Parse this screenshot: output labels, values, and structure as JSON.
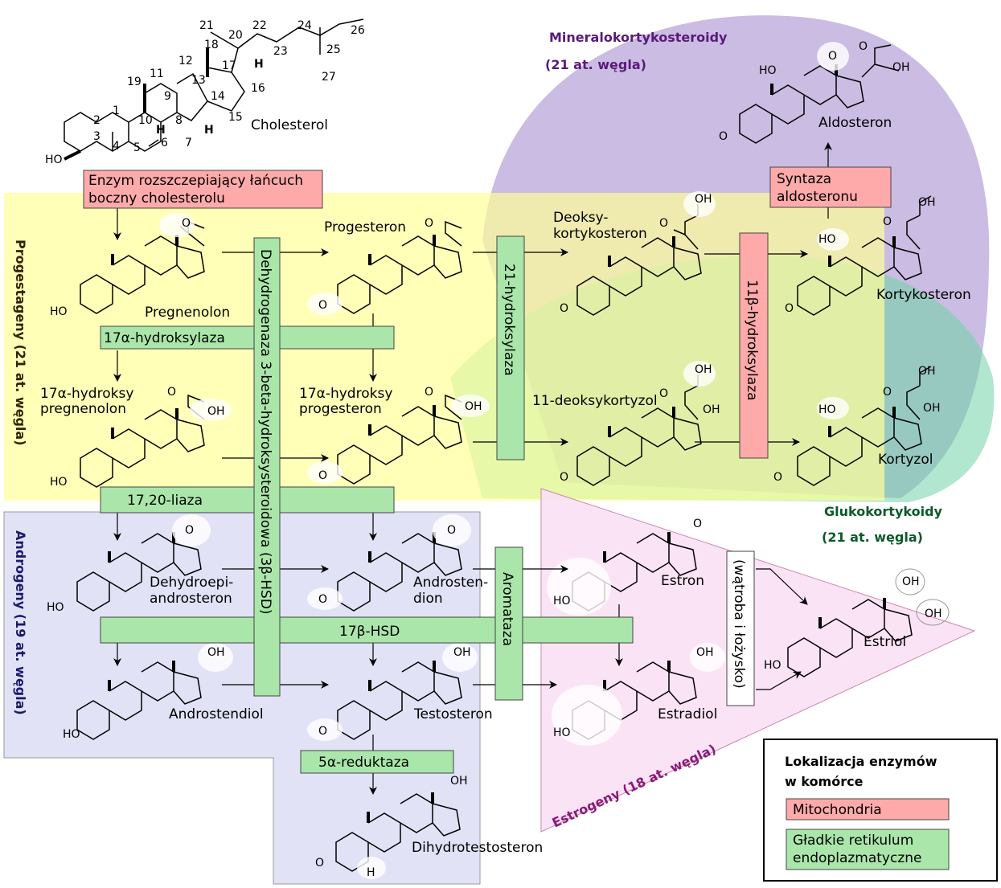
{
  "regions": {
    "mineralo": {
      "title": "Mineralokortykosteroidy",
      "subtitle": "(21 at. węgla)",
      "color": "#a78fcf"
    },
    "gluko": {
      "title": "Glukokortykoidy",
      "subtitle": "(21 at. węgla)",
      "color": "#6fd3a6"
    },
    "progestageny": {
      "title": "Progestageny (21 at. węgla)",
      "color": "#ffff99"
    },
    "androgeny": {
      "title": "Androgeny (19 at. węgla)",
      "color": "#e2e2f7"
    },
    "estrogeny": {
      "title": "Estrogeny (18 at. węgla)",
      "color": "#fbe0f5"
    }
  },
  "compounds": {
    "cholesterol": "Cholesterol",
    "pregnenolon": "Pregnenolon",
    "progesteron": "Progesteron",
    "deoksykortykosteron_1": "Deoksy-",
    "deoksykortykosteron_2": "kortykosteron",
    "kortykosteron": "Kortykosteron",
    "aldosteron": "Aldosteron",
    "oh_preg_1": "17α-hydroksy",
    "oh_preg_2": "pregnenolon",
    "oh_prog_1": "17α-hydroksy",
    "oh_prog_2": "progesteron",
    "deoksykortyzol": "11-deoksykortyzol",
    "kortyzol": "Kortyzol",
    "dhea_1": "Dehydroepi-",
    "dhea_2": "androsteron",
    "androstendion_1": "Androsten-",
    "androstendion_2": "dion",
    "estron": "Estron",
    "estriol": "Estriol",
    "androstendiol": "Androstendiol",
    "testosteron": "Testosteron",
    "estradiol": "Estradiol",
    "dht": "Dihydrotestosteron"
  },
  "atom_labels": {
    "ho": "HO",
    "oh": "OH",
    "o": "O",
    "h": "H"
  },
  "cholesterol_numbers": [
    "1",
    "2",
    "3",
    "4",
    "5",
    "6",
    "7",
    "8",
    "9",
    "10",
    "11",
    "12",
    "13",
    "14",
    "15",
    "16",
    "17",
    "18",
    "19",
    "20",
    "21",
    "22",
    "23",
    "24",
    "25",
    "26",
    "27"
  ],
  "enzymes": {
    "scc_1": "Enzym rozszczepiający łańcuch",
    "scc_2": "boczny cholesterolu",
    "hsd3b": "Dehydrogenaza 3-beta-hydroksysteroidowa (3β-HSD)",
    "h17a": "17α-hydroksylaza",
    "h21": "21-hydroksylaza",
    "h11b": "11β-hydroksylaza",
    "aldo_1": "Syntaza",
    "aldo_2": "aldosteronu",
    "liaza": "17,20-liaza",
    "hsd17b": "17β-HSD",
    "aromataza": "Aromataza",
    "reduktaza": "5α-reduktaza",
    "liver": "(wątroba i łożysko)"
  },
  "legend": {
    "title_1": "Lokalizacja enzymów",
    "title_2": "w komórce",
    "mito": "Mitochondria",
    "er_1": "Gładkie retikulum",
    "er_2": "endoplazmatyczne",
    "mito_color": "#ffaaaa",
    "er_color": "#aae6aa"
  }
}
